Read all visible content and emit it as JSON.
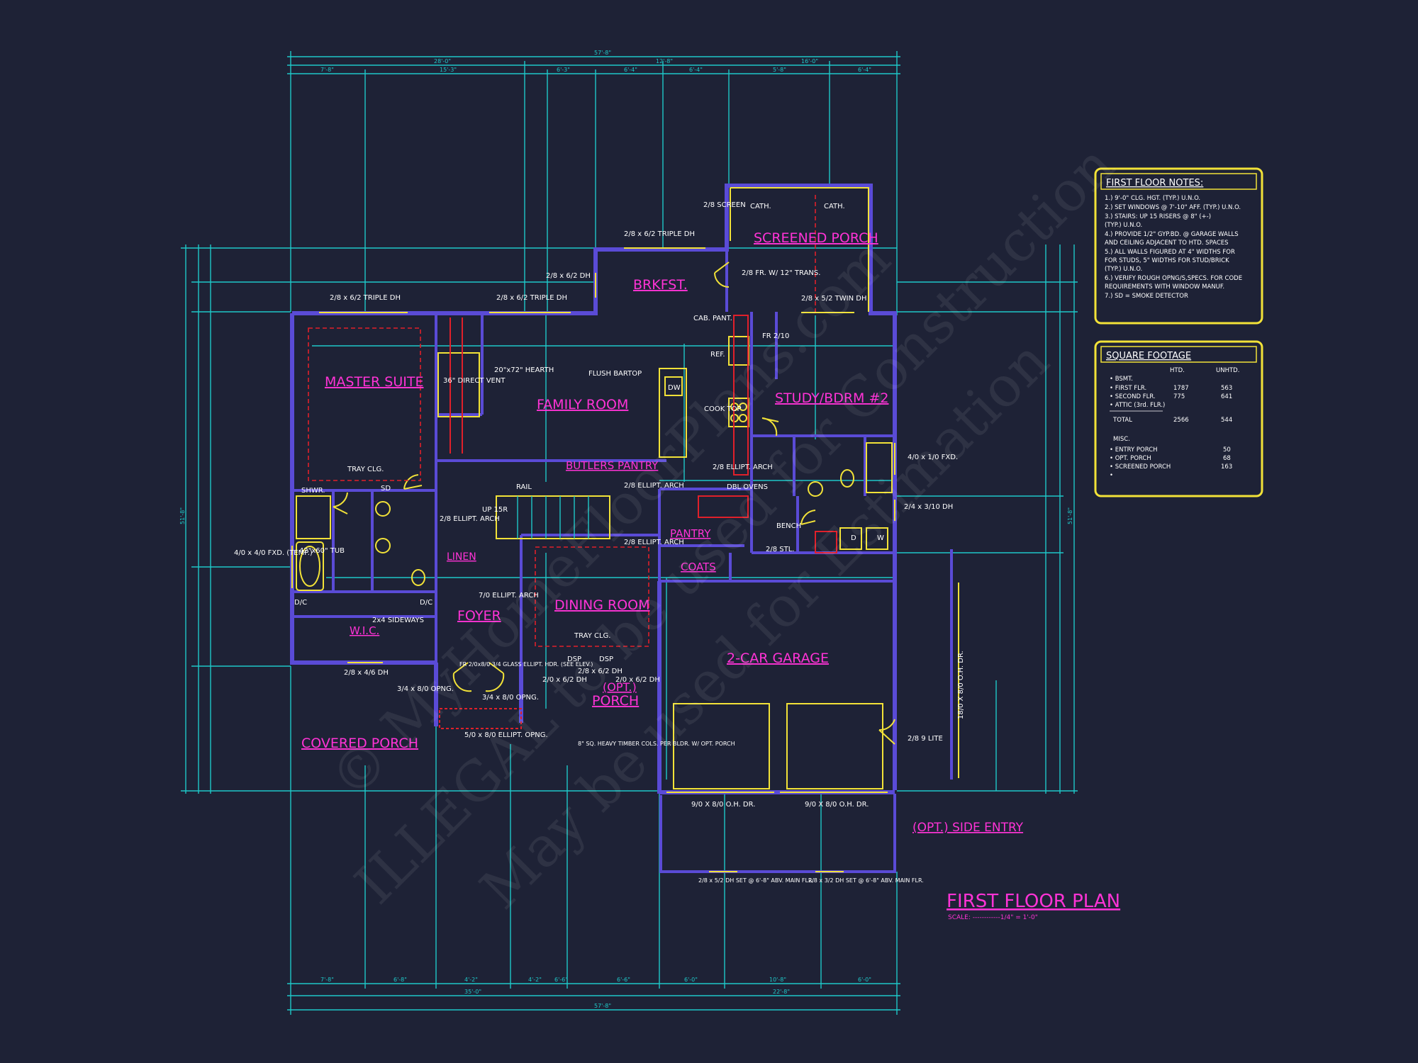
{
  "plan": {
    "title": "FIRST FLOOR PLAN",
    "scale": "SCALE: ------------1/4\" = 1'-0\""
  },
  "rooms": {
    "master_suite": "MASTER SUITE",
    "family_room": "FAMILY ROOM",
    "brkfst": "BRKFST.",
    "screened_porch": "SCREENED PORCH",
    "study": "STUDY/BDRM #2",
    "butlers_pantry": "BUTLERS PANTRY",
    "pantry": "PANTRY",
    "coats": "COATS",
    "linen": "LINEN",
    "foyer": "FOYER",
    "dining_room": "DINING ROOM",
    "wic": "W.I.C.",
    "garage": "2-CAR GARAGE",
    "opt_porch_1": "(OPT.)",
    "opt_porch_2": "PORCH",
    "covered_porch": "COVERED PORCH",
    "side_entry": "(OPT.) SIDE ENTRY"
  },
  "labels": {
    "w_triple_1": "2/8 x 6/2 TRIPLE DH",
    "w_triple_2": "2/8 x 6/2 TRIPLE DH",
    "w_triple_3": "2/8 x 6/2 TRIPLE DH",
    "w_62dh": "2/8 x 6/2 DH",
    "w_twin": "2/8 x 5/2 TWIN DH",
    "screen": "2/8 SCREEN",
    "cath1": "CATH.",
    "cath2": "CATH.",
    "fr_trans": "2/8 FR. W/ 12\" TRANS.",
    "cab_pant": "CAB. PANT.",
    "ref": "REF.",
    "fr210": "FR 2/10",
    "hearth": "20\"x72\" HEARTH",
    "direct_vent": "36\" DIRECT VENT",
    "flush_bartop": "FLUSH BARTOP",
    "dw": "DW",
    "cooktop": "COOK TOP",
    "tray_clg1": "TRAY CLG.",
    "tray_clg2": "TRAY CLG.",
    "ellipt_arch1": "2/8 ELLIPT. ARCH",
    "ellipt_arch2": "2/8 ELLIPT. ARCH",
    "ellipt_arch3": "2/8 ELLIPT. ARCH",
    "ellipt_arch4": "2/8 ELLIPT. ARCH",
    "ellipt_arch5": "7/0 ELLIPT. ARCH",
    "dbl_ovens": "DBL OVENS",
    "rail": "RAIL",
    "up": "UP 15R",
    "bench": "BENCH",
    "shwr": "SHWR.",
    "tub": "42\"x60\" TUB",
    "w_fxd_temp": "4/0 x 4/0 FXD. (TEMP.)",
    "w_fxd": "4/0 x 1/0 FXD.",
    "w_24dh": "2/4 x 3/10 DH",
    "w_46dh": "2/8 x 4/6 DH",
    "dc1": "D/C",
    "dc2": "D/C",
    "sideways": "2x4 SIDEWAYS",
    "fr_glass": "FR 2/0x8/0 3/4 GLASS ELLIPT. HDR. (SEE ELEV.)",
    "opng1": "3/4 x 8/0 OPNG.",
    "opng2": "3/4 x 8/0 OPNG.",
    "opng3": "5/0 x 8/0 ELLIPT. OPNG.",
    "dsp1": "DSP",
    "dsp2": "DSP",
    "w_dh_a": "2/0 x 6/2 DH",
    "w_dh_b": "2/8 x 6/2 DH",
    "w_dh_c": "2/0 x 6/2 DH",
    "timber": "8\" SQ. HEAVY TIMBER COLS. PER BLDR. W/ OPT. PORCH",
    "ohd1": "9/0 X 8/0 O.H. DR.",
    "ohd2": "9/0 X 8/0 O.H. DR.",
    "ohd_side": "18/0 X 8/0 O.H. DR.",
    "lite": "2/8 9 LITE",
    "w_garage1": "2/8 x 5/2 DH SET @ 6'-8\" ABV. MAIN FLR.",
    "w_garage2": "2/8 x 3/2 DH SET @ 6'-8\" ABV. MAIN FLR.",
    "d_w": "D",
    "w_w": "W",
    "stl": "2/8 STL.",
    "sd": "SD"
  },
  "dims_top": {
    "overall": "57'-8\"",
    "a": "28'-0\"",
    "b": "12'-8\"",
    "c": "16'-0\"",
    "d1": "7'-8\"",
    "d2": "15'-3\"",
    "d3": "6'-3\"",
    "d4": "6'-4\"",
    "d5": "6'-4\"",
    "d6": "5'-8\"",
    "d7": "6'-4\""
  },
  "dims_bottom": {
    "overall": "57'-8\"",
    "a": "35'-0\"",
    "b": "22'-8\"",
    "d1": "7'-8\"",
    "d2": "6'-8\"",
    "d3": "4'-2\"",
    "d4": "4'-2\"",
    "d5": "6'-6\"",
    "d6": "6'-6\"",
    "d7": "6'-0\"",
    "d8": "10'-8\"",
    "d9": "6'-0\""
  },
  "dims_side": {
    "left_overall": "51'-8\"",
    "right_overall": "51'-8\""
  },
  "notes": {
    "title": "FIRST FLOOR NOTES:",
    "items": [
      "1.) 9'-0\" CLG. HGT. (TYP.) U.N.O.",
      "2.) SET WINDOWS @ 7'-10\" AFF. (TYP.) U.N.O.",
      "3.) STAIRS: UP 15 RISERS @ 8\" (+-)",
      "     (TYP.) U.N.O.",
      "4.) PROVIDE 1/2\" GYP.BD. @ GARAGE WALLS",
      "     AND CEILING ADJACENT TO HTD. SPACES",
      "5.) ALL WALLS FIGURED AT 4\" WIDTHS FOR",
      "     FOR STUDS, 5\" WIDTHS FOR STUD/BRICK",
      "     (TYP.) U.N.O.",
      "6.) VERIFY ROUGH OPNG/S,SPECS. FOR CODE",
      "     REQUIREMENTS WITH WINDOW MANUF.",
      "7.) SD = SMOKE DETECTOR"
    ]
  },
  "sqft": {
    "title": "SQUARE FOOTAGE",
    "col_htd": "HTD.",
    "col_unhtd": "UNHTD.",
    "rows": [
      {
        "name": "• BSMT.",
        "htd": "",
        "unhtd": ""
      },
      {
        "name": "• FIRST FLR.",
        "htd": "1787",
        "unhtd": "563"
      },
      {
        "name": "• SECOND FLR.",
        "htd": "775",
        "unhtd": "641"
      },
      {
        "name": "• ATTIC (3rd. FLR.)",
        "htd": "",
        "unhtd": ""
      }
    ],
    "total_label": "TOTAL",
    "total_htd": "2566",
    "total_unhtd": "544",
    "misc_label": "MISC.",
    "misc": [
      {
        "name": "• ENTRY PORCH",
        "val": "50"
      },
      {
        "name": "• OPT. PORCH",
        "val": "68"
      },
      {
        "name": "• SCREENED PORCH",
        "val": "163"
      },
      {
        "name": "•",
        "val": ""
      }
    ]
  },
  "watermark": {
    "line1": "© MyHomeFloorPlans.com",
    "line2": "ILLEGAL to be used for Construction",
    "line3": "May be used for Estimation"
  },
  "colors": {
    "background": "#1e2236",
    "walls": "#5a4bd6",
    "dimensions": "#1fc8c8",
    "room_labels": "#ff33d6",
    "fixtures": "#f2e238",
    "accent_red": "#e0202a"
  }
}
